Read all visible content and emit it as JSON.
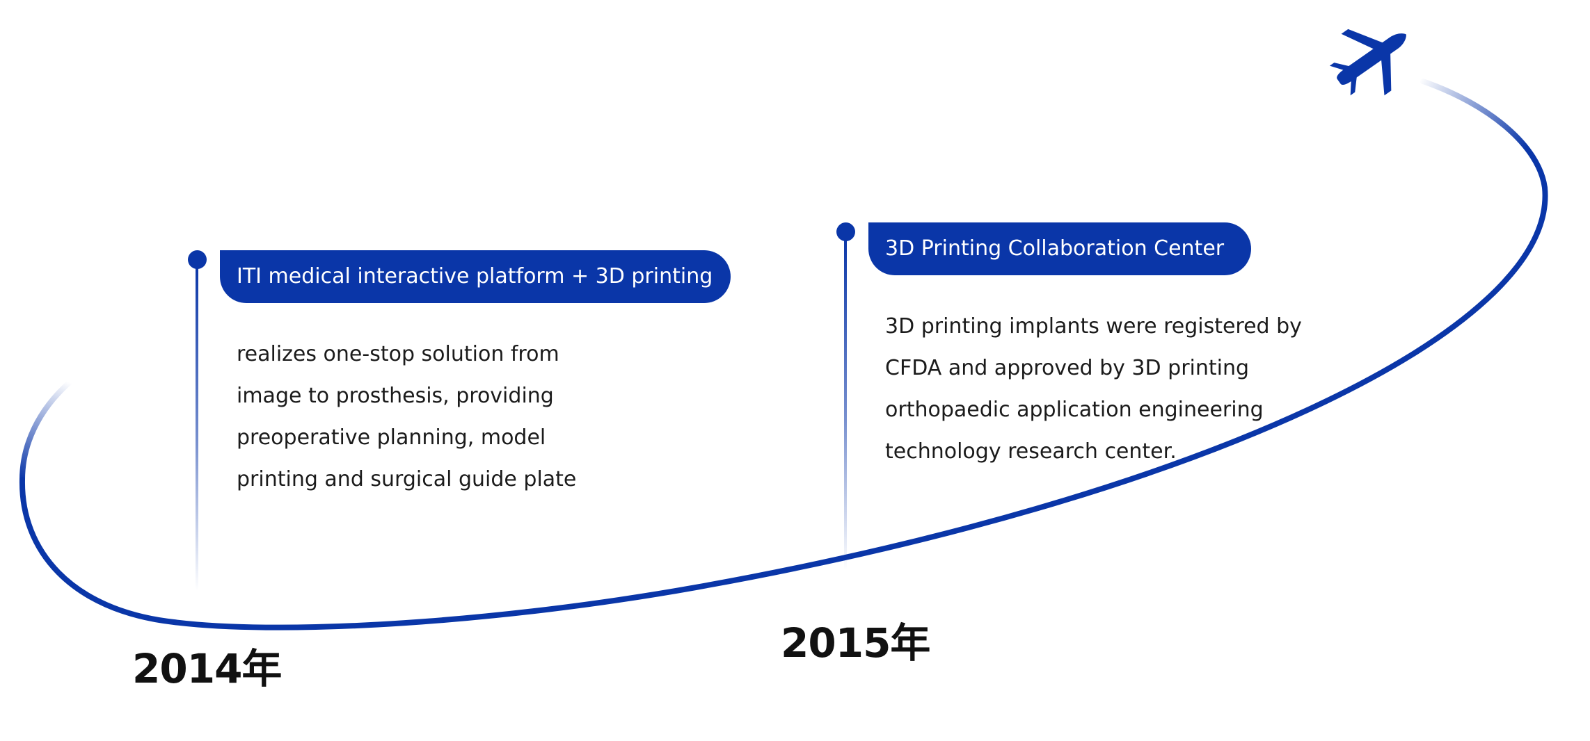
{
  "colors": {
    "accent": "#0a36a8",
    "text": "#1b1b1b",
    "background": "#ffffff"
  },
  "icons": {
    "plane": "airplane-icon"
  },
  "milestones": [
    {
      "year": "2014年",
      "title": "ITI medical interactive platform + 3D printing",
      "lines": [
        "realizes one-stop solution from",
        "image to prosthesis, providing",
        "preoperative planning, model",
        "printing and surgical guide plate"
      ]
    },
    {
      "year": "2015年",
      "title": "3D Printing Collaboration Center",
      "lines": [
        "3D printing implants were registered by",
        "CFDA and approved by 3D printing",
        "orthopaedic application engineering",
        "technology research center."
      ]
    }
  ]
}
